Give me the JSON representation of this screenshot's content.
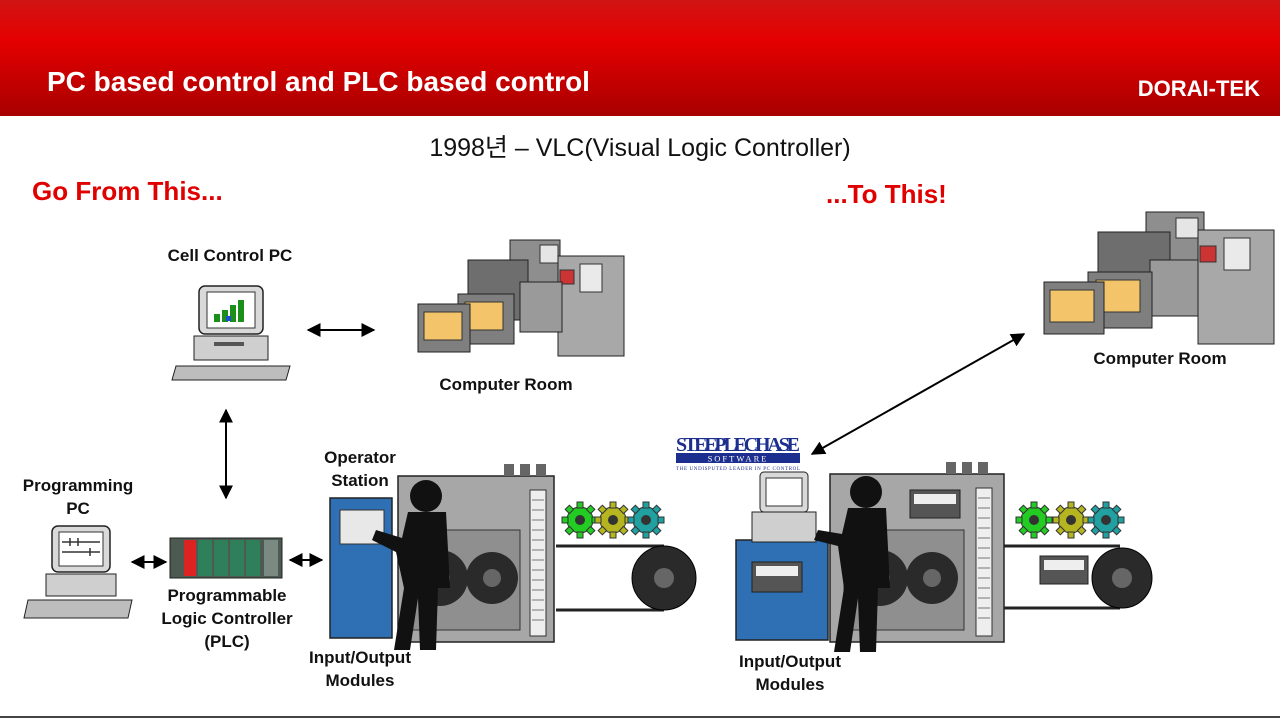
{
  "header": {
    "title": "PC based control and PLC based control",
    "brand": "DORAI-TEK"
  },
  "subtitle": "1998년 – VLC(Visual Logic Controller)",
  "left_heading": "Go From This...",
  "right_heading": "...To This!",
  "labels": {
    "cell_control_pc": "Cell Control PC",
    "computer_room_left": "Computer Room",
    "computer_room_right": "Computer Room",
    "programming_pc": "Programming PC",
    "plc": "Programmable Logic Controller (PLC)",
    "operator_station": "Operator Station",
    "io_left": "Input/Output Modules",
    "io_right": "Input/Output Modules",
    "steeplechase_logo": "STEEPLECHASE",
    "steeplechase_sub": "SOFTWARE",
    "steeplechase_tagline": "THE UNDISPUTED LEADER IN PC CONTROL"
  },
  "colors": {
    "header_red": "#d40000",
    "heading_red": "#e00000",
    "panel_blue": "#2f6fb3",
    "machine_gray": "#a7a7a7",
    "gear_green": "#22cc22",
    "gear_olive": "#b5b520",
    "gear_teal": "#20a0a0"
  }
}
